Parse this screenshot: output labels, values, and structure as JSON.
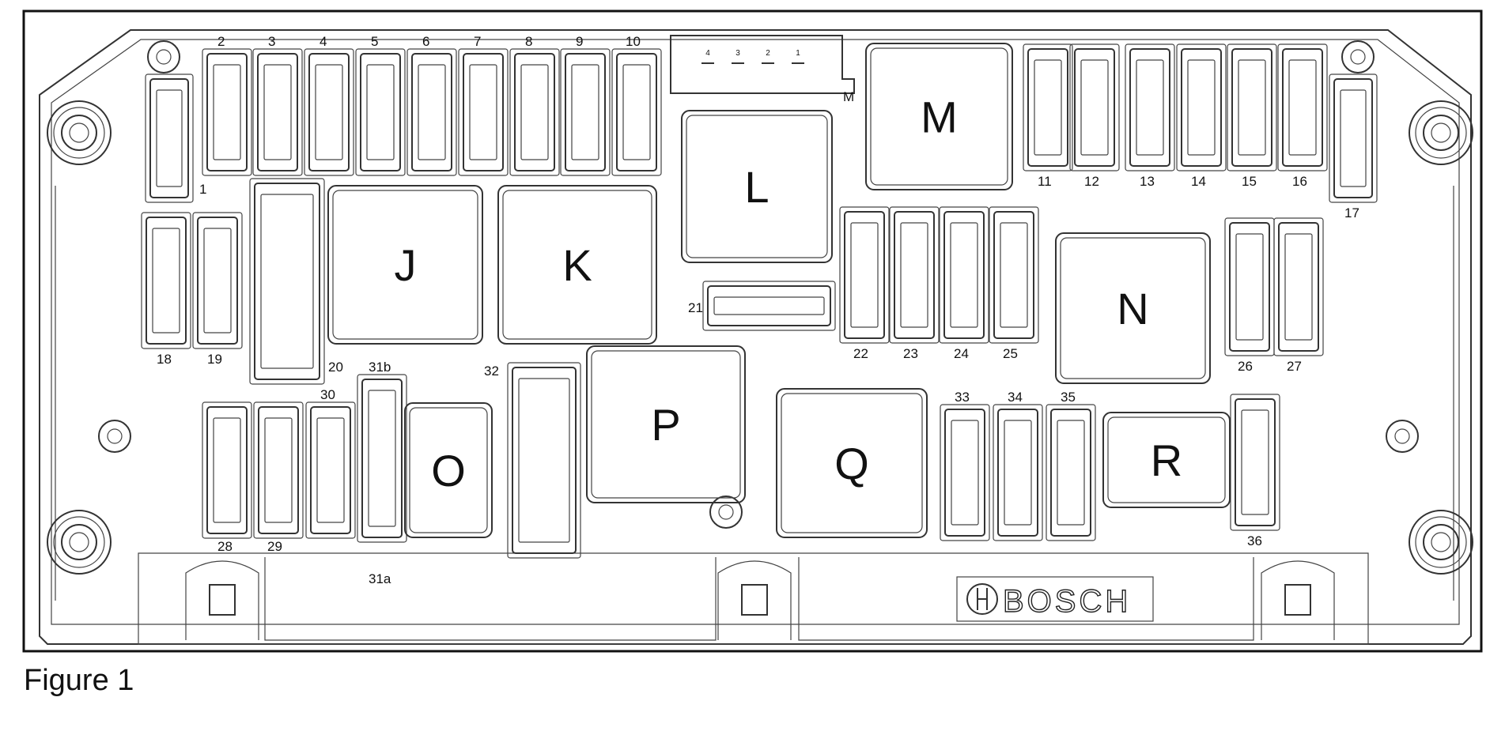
{
  "figure": {
    "caption": "Figure 1"
  },
  "connector": {
    "label": "M",
    "pins": [
      "4",
      "3",
      "2",
      "1"
    ]
  },
  "brand": {
    "logo_text": "BOSCH"
  },
  "fuses": [
    {
      "id": "f1",
      "label": "1"
    },
    {
      "id": "f2",
      "label": "2"
    },
    {
      "id": "f3",
      "label": "3"
    },
    {
      "id": "f4",
      "label": "4"
    },
    {
      "id": "f5",
      "label": "5"
    },
    {
      "id": "f6",
      "label": "6"
    },
    {
      "id": "f7",
      "label": "7"
    },
    {
      "id": "f8",
      "label": "8"
    },
    {
      "id": "f9",
      "label": "9"
    },
    {
      "id": "f10",
      "label": "10"
    },
    {
      "id": "f11",
      "label": "11"
    },
    {
      "id": "f12",
      "label": "12"
    },
    {
      "id": "f13",
      "label": "13"
    },
    {
      "id": "f14",
      "label": "14"
    },
    {
      "id": "f15",
      "label": "15"
    },
    {
      "id": "f16",
      "label": "16"
    },
    {
      "id": "f17",
      "label": "17"
    },
    {
      "id": "f18",
      "label": "18"
    },
    {
      "id": "f19",
      "label": "19"
    },
    {
      "id": "f20",
      "label": "20"
    },
    {
      "id": "f21",
      "label": "21"
    },
    {
      "id": "f22",
      "label": "22"
    },
    {
      "id": "f23",
      "label": "23"
    },
    {
      "id": "f24",
      "label": "24"
    },
    {
      "id": "f25",
      "label": "25"
    },
    {
      "id": "f26",
      "label": "26"
    },
    {
      "id": "f27",
      "label": "27"
    },
    {
      "id": "f28",
      "label": "28"
    },
    {
      "id": "f29",
      "label": "29"
    },
    {
      "id": "f30",
      "label": "30"
    },
    {
      "id": "f31b",
      "label": "31b"
    },
    {
      "id": "f31a",
      "label": "31a"
    },
    {
      "id": "f32",
      "label": "32"
    },
    {
      "id": "f33",
      "label": "33"
    },
    {
      "id": "f34",
      "label": "34"
    },
    {
      "id": "f35",
      "label": "35"
    },
    {
      "id": "f36",
      "label": "36"
    }
  ],
  "relays": [
    {
      "id": "J",
      "label": "J"
    },
    {
      "id": "K",
      "label": "K"
    },
    {
      "id": "L",
      "label": "L"
    },
    {
      "id": "M",
      "label": "M"
    },
    {
      "id": "N",
      "label": "N"
    },
    {
      "id": "O",
      "label": "O"
    },
    {
      "id": "P",
      "label": "P"
    },
    {
      "id": "Q",
      "label": "Q"
    },
    {
      "id": "R",
      "label": "R"
    }
  ]
}
